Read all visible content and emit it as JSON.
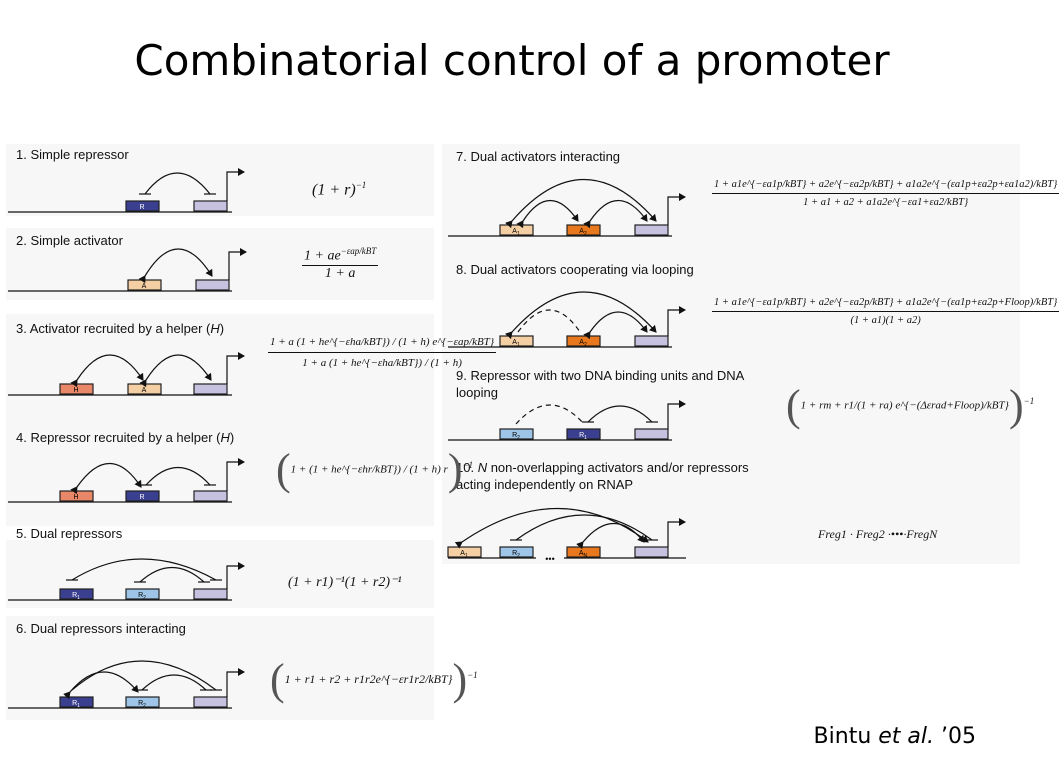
{
  "title": "Combinatorial control of a promoter",
  "citation": {
    "author": "Bintu",
    "etal": "et al.",
    "year": " ’05"
  },
  "colors": {
    "repressor": "#3a3f8f",
    "repressor_light": "#9ec5e8",
    "activator": "#f3cfa3",
    "activator_orange": "#e8781e",
    "helper": "#e88868",
    "rnap": "#c7c1e0"
  },
  "panels": [
    {
      "label": "1. Simple repressor"
    },
    {
      "label": "2. Simple activator"
    },
    {
      "label_pre": "3. Activator recruited by a helper (",
      "label_it": "H",
      "label_post": ")"
    },
    {
      "label_pre": "4. Repressor recruited by a helper (",
      "label_it": "H",
      "label_post": ")"
    },
    {
      "label": "5. Dual repressors"
    },
    {
      "label": "6. Dual repressors interacting"
    },
    {
      "label": "7. Dual activators interacting"
    },
    {
      "label": "8. Dual activators cooperating via looping"
    },
    {
      "label": "9. Repressor with two DNA binding units and DNA looping"
    },
    {
      "label_it": "N",
      "label_post": " non-overlapping activators and/or repressors acting independently on RNAP",
      "label_pre": "10. "
    }
  ],
  "boxes": {
    "R": "R",
    "A": "A",
    "H": "H",
    "R1": "R",
    "R2": "R",
    "A1": "A",
    "A2": "A",
    "AN": "A",
    "sub1": "1",
    "sub2": "2",
    "subN": "N",
    "dots": "•••"
  },
  "formulas": {
    "f1": "(1 + r)",
    "f_inv": "−1",
    "f2_num": "1 + ae",
    "f2_exp": "−εap/kBT",
    "f2_den": "1 + a",
    "f3_num": "1 + a (1 + he^{−εha/kBT}) / (1 + h) e^{−εap/kBT}",
    "f3_den": "1 + a (1 + he^{−εha/kBT}) / (1 + h)",
    "f4": "1 + (1 + he^{−εhr/kBT}) / (1 + h) r",
    "f5": "(1 + r1)⁻¹(1 + r2)⁻¹",
    "f6": "1 + r1 + r2 + r1r2e^{−εr1r2/kBT}",
    "f7_num": "1 + a1e^{−εa1p/kBT} + a2e^{−εa2p/kBT} + a1a2e^{−(εa1p+εa2p+εa1a2)/kBT}",
    "f7_den": "1 + a1 + a2 + a1a2e^{−εa1+εa2/kBT}",
    "f8_num": "1 + a1e^{−εa1p/kBT} + a2e^{−εa2p/kBT} + a1a2e^{−(εa1p+εa2p+Floop)/kBT}",
    "f8_den": "(1 + a1)(1 + a2)",
    "f9": "1 + rm + r1/(1 + ra) e^{−(Δεrad+Floop)/kBT}",
    "f10": "Freg1 · Freg2 ·•••·FregN"
  }
}
